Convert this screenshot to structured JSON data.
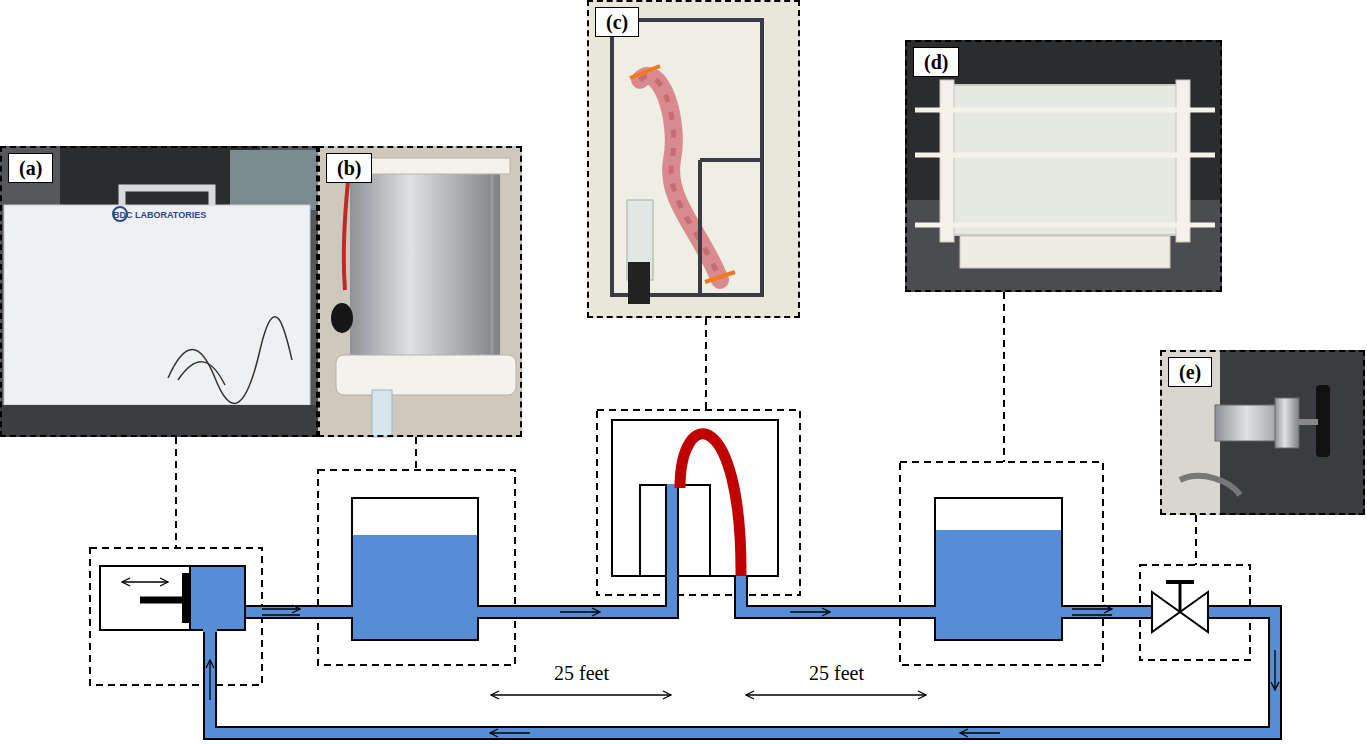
{
  "diagram": {
    "nodes": [
      {
        "text": [
          "(a)"
        ]
      },
      {
        "text": [
          "(b)"
        ]
      },
      {
        "text": [
          "(c)"
        ]
      },
      {
        "text": [
          "(d)"
        ]
      },
      {
        "text": [
          "(e)"
        ]
      }
    ],
    "labels": [
      "BDC LABORATORIES",
      "25 feet",
      "25 feet"
    ]
  }
}
